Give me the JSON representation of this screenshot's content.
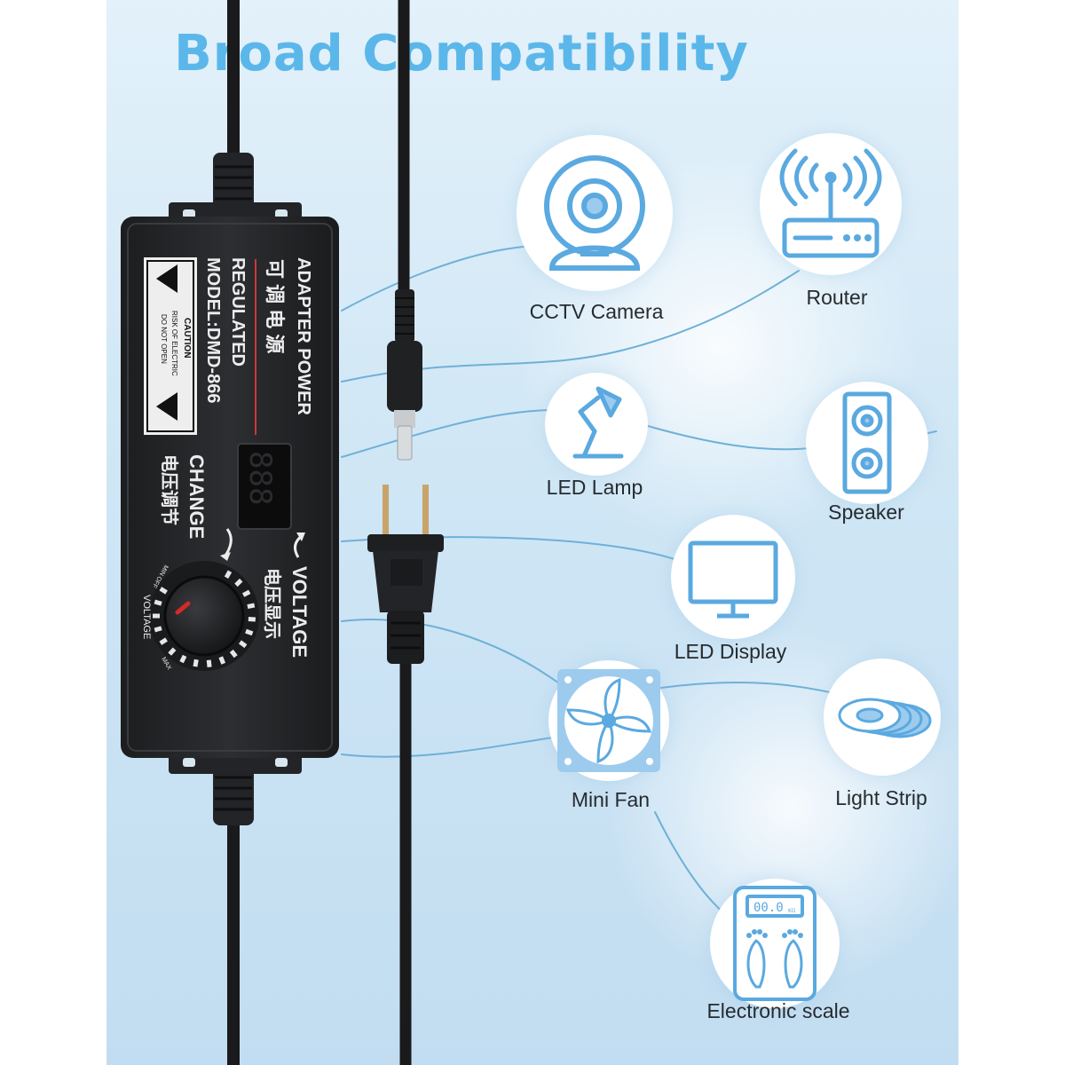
{
  "title": "Broad Compatibility",
  "colors": {
    "title": "#5bb7ea",
    "icon_stroke": "#5aa9e0",
    "icon_fill": "#9ccbee",
    "background": "#cfe6f5",
    "line": "#6fb0d8"
  },
  "devices": [
    {
      "label": "CCTV Camera",
      "icon": "cctv-camera-icon"
    },
    {
      "label": "Router",
      "icon": "router-icon"
    },
    {
      "label": "LED Lamp",
      "icon": "desk-lamp-icon"
    },
    {
      "label": "Speaker",
      "icon": "speaker-icon"
    },
    {
      "label": "LED Display",
      "icon": "monitor-icon"
    },
    {
      "label": "Mini Fan",
      "icon": "fan-icon"
    },
    {
      "label": "Light Strip",
      "icon": "light-strip-icon"
    },
    {
      "label": "Electronic scale",
      "icon": "scale-icon"
    }
  ],
  "scale_readout": "00.0",
  "scale_unit": "KG",
  "adapter": {
    "line1": "ADAPTER POWER",
    "line2_cn": "可 调 电 源",
    "line3": "REGULATED",
    "line4": "MODEL:DMD-866",
    "caution": "CAUTION",
    "risk": "RISK OF ELECTRIC",
    "do_not_open": "DO NOT OPEN",
    "display_value": "888",
    "change": "CHANGE",
    "change_cn": "电压调节",
    "voltage": "VOLTAGE",
    "voltage_cn": "电压显示",
    "knob_label": "VOLTAGE",
    "knob_min": "MIN OFF",
    "knob_max": "MAX"
  }
}
